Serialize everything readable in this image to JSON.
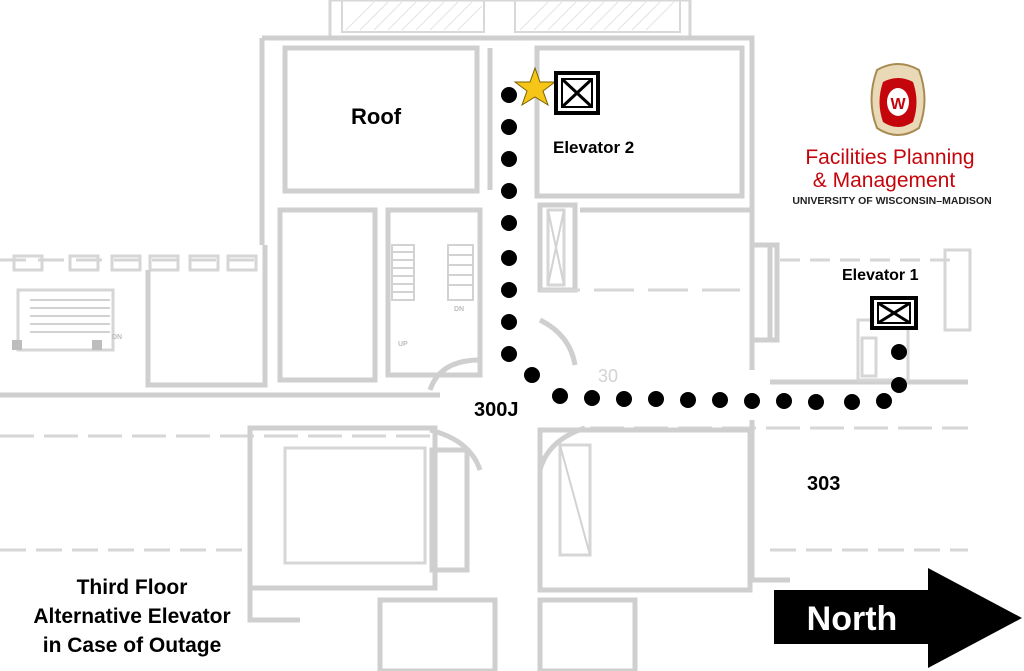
{
  "map": {
    "labels": {
      "roof": "Roof",
      "elevator_2": "Elevator 2",
      "elevator_1": "Elevator 1",
      "room_300j": "300J",
      "room_303": "303",
      "faint_room": "30",
      "up": "UP",
      "dn": "DN"
    },
    "caption": {
      "line1": "Third Floor",
      "line2": "Alternative Elevator",
      "line3": "in Case of Outage"
    },
    "north_label": "North",
    "colors": {
      "route_dots": "#000000",
      "star": "#F5C518",
      "walls": "#cfcfcf",
      "uw_red": "#C5050C",
      "arrow": "#000000"
    },
    "icons": [
      "star-marker-icon",
      "elevator-icon",
      "north-arrow-icon",
      "uw-crest-icon"
    ]
  },
  "logo": {
    "line1": "Facilities Planning",
    "line2": "& Management",
    "line3": "UNIVERSITY OF WISCONSIN–MADISON",
    "crest_letter": "W"
  }
}
